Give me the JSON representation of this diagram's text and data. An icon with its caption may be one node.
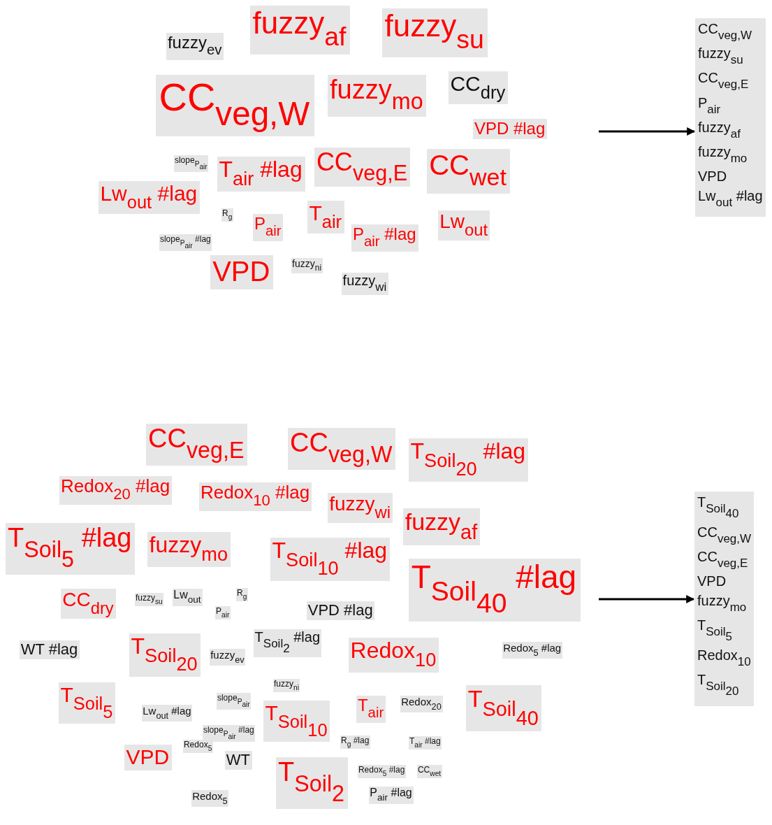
{
  "diagram": {
    "nodes": [
      {
        "text": [
          "fuzzy$_{ev}$"
        ]
      },
      {
        "text": [
          "fuzzy$_{af}$"
        ]
      },
      {
        "text": [
          "fuzzy$_{su}$"
        ]
      },
      {
        "text": [
          "CC$_{veg,W}$"
        ]
      },
      {
        "text": [
          "fuzzy$_{mo}$"
        ]
      },
      {
        "text": [
          "CC$_{dry}$"
        ]
      },
      {
        "text": [
          "VPD #lag"
        ]
      },
      {
        "text": [
          "slope$_{P}$$_{air}$"
        ]
      },
      {
        "text": [
          "T$_{air}$ #lag"
        ]
      },
      {
        "text": [
          "CC$_{veg,E}$"
        ]
      },
      {
        "text": [
          "CC$_{wet}$"
        ]
      },
      {
        "text": [
          "Lw$_{out}$ #lag"
        ]
      },
      {
        "text": [
          "R$_{g}$"
        ]
      },
      {
        "text": [
          "slope$_{P}$$_{air}$ #lag"
        ]
      },
      {
        "text": [
          "P$_{air}$"
        ]
      },
      {
        "text": [
          "T$_{air}$"
        ]
      },
      {
        "text": [
          "P$_{air}$ #lag"
        ]
      },
      {
        "text": [
          "Lw$_{out}$"
        ]
      },
      {
        "text": [
          "VPD"
        ]
      },
      {
        "text": [
          "fuzzy$_{ni}$"
        ]
      },
      {
        "text": [
          "fuzzy$_{wi}$"
        ]
      },
      {
        "text": [
          "CC$_{veg,W}$",
          "fuzzy$_{su}$",
          "CC$_{veg,E}$",
          "P$_{air}$",
          "fuzzy$_{af}$",
          "fuzzy$_{mo}$",
          "VPD",
          "Lw$_{out}$ #lag"
        ]
      },
      {
        "text": [
          "CC$_{veg,E}$"
        ]
      },
      {
        "text": [
          "CC$_{veg,W}$"
        ]
      },
      {
        "text": [
          "T$_{Soil}$$_{20}$ #lag"
        ]
      },
      {
        "text": [
          "Redox$_{20}$ #lag"
        ]
      },
      {
        "text": [
          "Redox$_{10}$ #lag"
        ]
      },
      {
        "text": [
          "fuzzy$_{wi}$"
        ]
      },
      {
        "text": [
          "fuzzy$_{af}$"
        ]
      },
      {
        "text": [
          "T$_{Soil}$$_{5}$ #lag"
        ]
      },
      {
        "text": [
          "fuzzy$_{mo}$"
        ]
      },
      {
        "text": [
          "T$_{Soil}$$_{10}$ #lag"
        ]
      },
      {
        "text": [
          "T$_{Soil}$$_{40}$ #lag"
        ]
      },
      {
        "text": [
          "CC$_{dry}$"
        ]
      },
      {
        "text": [
          "fuzzy$_{su}$"
        ]
      },
      {
        "text": [
          "Lw$_{out}$"
        ]
      },
      {
        "text": [
          "R$_{g}$"
        ]
      },
      {
        "text": [
          "P$_{air}$"
        ]
      },
      {
        "text": [
          "VPD #lag"
        ]
      },
      {
        "text": [
          "WT #lag"
        ]
      },
      {
        "text": [
          "T$_{Soil}$$_{20}$"
        ]
      },
      {
        "text": [
          "fuzzy$_{ev}$"
        ]
      },
      {
        "text": [
          "T$_{Soil}$$_{2}$ #lag"
        ]
      },
      {
        "text": [
          "Redox$_{10}$"
        ]
      },
      {
        "text": [
          "Redox$_{5}$ #lag"
        ]
      },
      {
        "text": [
          "fuzzy$_{ni}$"
        ]
      },
      {
        "text": [
          "T$_{Soil}$$_{5}$"
        ]
      },
      {
        "text": [
          "slope$_{P}$$_{air}$"
        ]
      },
      {
        "text": [
          "Lw$_{out}$ #lag"
        ]
      },
      {
        "text": [
          "slope$_{P}$$_{air}$ #lag"
        ]
      },
      {
        "text": [
          "T$_{Soil}$$_{10}$"
        ]
      },
      {
        "text": [
          "T$_{air}$"
        ]
      },
      {
        "text": [
          "Redox$_{20}$"
        ]
      },
      {
        "text": [
          "T$_{Soil}$$_{40}$"
        ]
      },
      {
        "text": [
          "R$_{g}$ #lag"
        ]
      },
      {
        "text": [
          "T$_{air}$ #lag"
        ]
      },
      {
        "text": [
          "Redox$_{5}$"
        ]
      },
      {
        "text": [
          "VPD"
        ]
      },
      {
        "text": [
          "WT"
        ]
      },
      {
        "text": [
          "T$_{Soil}$$_{2}$"
        ]
      },
      {
        "text": [
          "Redox$_{5}$ #lag"
        ]
      },
      {
        "text": [
          "CC$_{wet}$"
        ]
      },
      {
        "text": [
          "P$_{air}$ #lag"
        ]
      },
      {
        "text": [
          "Redox$_{5}$"
        ]
      },
      {
        "text": [
          "T$_{Soil}$$_{40}$",
          "CC$_{veg,W}$",
          "CC$_{veg,E}$",
          "VPD",
          "fuzzy$_{mo}$",
          "T$_{Soil}$$_{5}$",
          "Redox$_{10}$",
          "T$_{Soil}$$_{20}$"
        ]
      }
    ],
    "edges": [
      {
        "from": null,
        "to": 21,
        "arrow": "to"
      },
      {
        "from": null,
        "to": 64,
        "arrow": "to"
      }
    ]
  }
}
